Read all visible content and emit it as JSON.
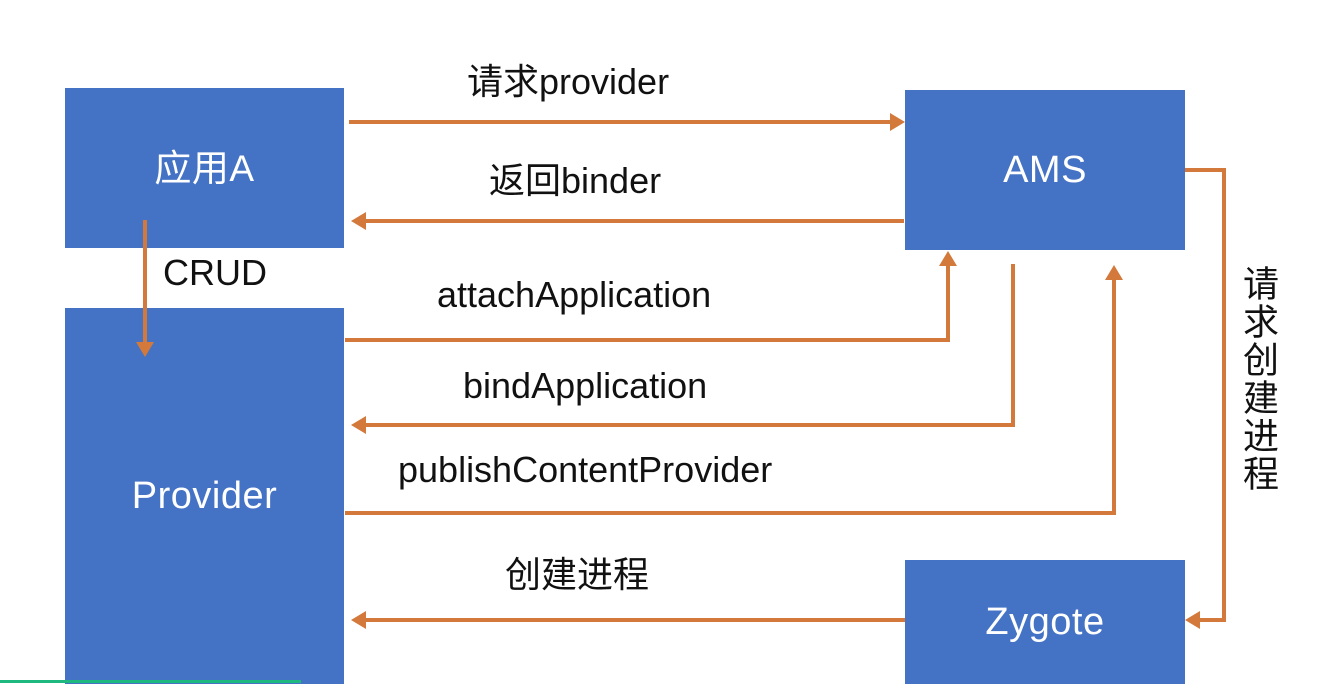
{
  "diagram": {
    "title": "Android ContentProvider / AMS / Zygote interaction sequence",
    "colors": {
      "node_fill": "#4472C4",
      "node_text": "#FFFFFF",
      "connector": "#D2793B",
      "label_text": "#111111",
      "accent_rule": "#1FB980",
      "background": "#FFFFFF"
    },
    "nodes": [
      {
        "id": "app-a",
        "label": "应用A"
      },
      {
        "id": "provider",
        "label": "Provider"
      },
      {
        "id": "ams",
        "label": "AMS"
      },
      {
        "id": "zygote",
        "label": "Zygote"
      }
    ],
    "edges": [
      {
        "id": "request-provider",
        "label": "请求provider",
        "from": "app-a",
        "to": "ams",
        "direction": "right"
      },
      {
        "id": "return-binder",
        "label": "返回binder",
        "from": "ams",
        "to": "app-a",
        "direction": "left"
      },
      {
        "id": "crud",
        "label": "CRUD",
        "from": "app-a",
        "to": "provider",
        "direction": "down"
      },
      {
        "id": "attach-application",
        "label": "attachApplication",
        "from": "provider",
        "to": "ams",
        "direction": "up"
      },
      {
        "id": "bind-application",
        "label": "bindApplication",
        "from": "ams",
        "to": "provider",
        "direction": "left"
      },
      {
        "id": "publish-content-provider",
        "label": "publishContentProvider",
        "from": "provider",
        "to": "ams",
        "direction": "up"
      },
      {
        "id": "request-create-process",
        "label": "请求创建进程",
        "from": "ams",
        "to": "zygote",
        "direction": "left"
      },
      {
        "id": "create-process",
        "label": "创建进程",
        "from": "zygote",
        "to": "provider",
        "direction": "left"
      }
    ]
  }
}
